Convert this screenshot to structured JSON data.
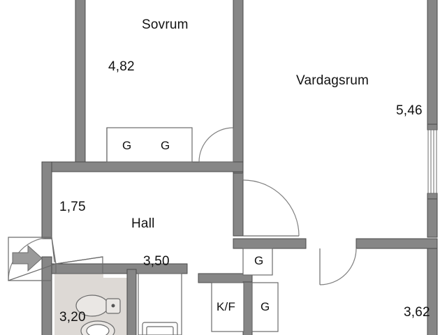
{
  "plan": {
    "type": "floor-plan",
    "language": "sv",
    "colors": {
      "wall_fill": "#868686",
      "wall_stroke": "#4a4a4a",
      "thin_line": "#6b6b6b",
      "background": "#ffffff",
      "bathroom_floor": "#ddd9d5",
      "fixture_fill": "#eae7e4",
      "text": "#111111",
      "door_arc": "#777777",
      "entry_arrow": "#9a9a9a"
    },
    "rooms": [
      {
        "key": "sovrum",
        "name": "Sovrum",
        "dimension": "4,82"
      },
      {
        "key": "vardagsrum",
        "name": "Vardagsrum",
        "dimension": "5,46"
      },
      {
        "key": "hall",
        "name": "Hall",
        "dimension_left": "1,75",
        "dimension_bottom": "3,50"
      },
      {
        "key": "badrum",
        "name": "",
        "dimension": "3,20"
      },
      {
        "key": "kok",
        "name": "",
        "dimension": "3,62"
      }
    ],
    "labels": {
      "sovrum": "Sovrum",
      "sovrum_dim": "4,82",
      "vardagsrum": "Vardagsrum",
      "vardagsrum_dim": "5,46",
      "hall": "Hall",
      "hall_dim_left": "1,75",
      "hall_dim_bottom": "3,50",
      "badrum_dim": "3,20",
      "kok_dim": "3,62",
      "wardrobe_bedroom_1": "G",
      "wardrobe_bedroom_2": "G",
      "wardrobe_kitchen_upper": "G",
      "wardrobe_kitchen_lower": "G",
      "fridge_freezer": "K/F"
    },
    "fixtures": [
      {
        "key": "toilet",
        "room": "badrum",
        "name": "toilet"
      },
      {
        "key": "sink",
        "room": "badrum",
        "name": "wash-basin"
      },
      {
        "key": "shower",
        "room": "wc",
        "name": "shower-tray"
      }
    ],
    "openings": [
      {
        "key": "entry-door",
        "type": "door",
        "swing": "exterior-left"
      },
      {
        "key": "bedroom-door",
        "type": "door",
        "swing": "into-bedroom"
      },
      {
        "key": "hall-living-door",
        "type": "door",
        "swing": "into-hall"
      },
      {
        "key": "kitchen-door",
        "type": "door",
        "swing": "into-kitchen"
      },
      {
        "key": "living-room-window",
        "type": "window",
        "wall": "east"
      }
    ]
  }
}
